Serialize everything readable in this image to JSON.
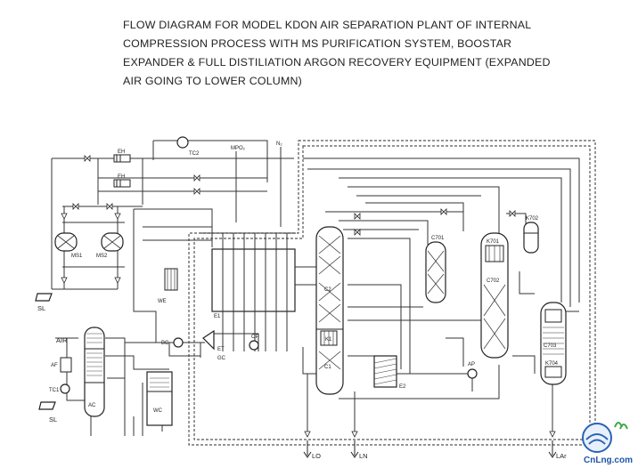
{
  "title_lines": [
    "FLOW DIAGRAM FOR MODEL KDON AIR SEPARATION PLANT OF INTERNAL",
    "COMPRESSION PROCESS WITH MS PURIFICATION SYSTEM, BOOSTAR",
    "EXPANDER & FULL DISTILIATION ARGON RECOVERY EQUIPMENT (EXPANDED",
    "AIR GOING TO LOWER COLUMN)"
  ],
  "labels": {
    "eh1": "EH",
    "eh2": "EH",
    "tc2": "TC2",
    "mpo2": "MPO₂",
    "n2": "N₂",
    "ms1": "MS1",
    "ms2": "MS2",
    "sl_top": "SL",
    "sl_bottom": "SL",
    "we": "WE",
    "e1": "E1",
    "bc": "BC",
    "et": "ET",
    "op": "OP",
    "air": "AIR",
    "af": "AF",
    "tc1": "TC1",
    "ac": "AC",
    "wc": "WC",
    "c1": "C1",
    "c2": "C2",
    "k1": "K1",
    "e2": "E2",
    "c701": "C701",
    "k701": "K701",
    "c702": "C702",
    "k702": "K702",
    "ap": "AP",
    "c703": "C703",
    "k704": "K704",
    "lo": "LO",
    "ln": "LN",
    "lar": "LAr",
    "gc": "GC",
    "logo": "CnLng.com"
  }
}
